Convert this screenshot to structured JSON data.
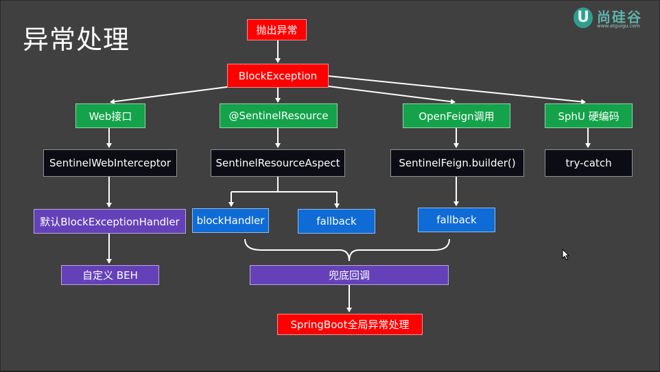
{
  "title": "异常处理",
  "logo": {
    "badge": "U",
    "name": "尚硅谷",
    "url": "www.atguigu.com"
  },
  "nodes": {
    "throw_exception": "抛出异常",
    "block_exception": "BlockException",
    "web_interface": "Web接口",
    "sentinel_resource": "@SentinelResource",
    "openfeign_call": "OpenFeign调用",
    "sphu_hardcode": "SphU 硬编码",
    "sentinel_web_interceptor": "SentinelWebInterceptor",
    "sentinel_resource_aspect": "SentinelResourceAspect",
    "sentinel_feign_builder": "SentinelFeign.builder()",
    "try_catch": "try-catch",
    "default_beh": "默认BlockExceptionHandler",
    "block_handler": "blockHandler",
    "fallback_resource": "fallback",
    "fallback_feign": "fallback",
    "custom_beh": "自定义 BEH",
    "fallback_callback": "兜底回调",
    "springboot_global": "SpringBoot全局异常处理"
  },
  "colors": {
    "background": "#404040",
    "red": "#ff0000",
    "green": "#14a34a",
    "black": "#0c0c14",
    "blue": "#0f6bd6",
    "purple": "#6441b8"
  }
}
